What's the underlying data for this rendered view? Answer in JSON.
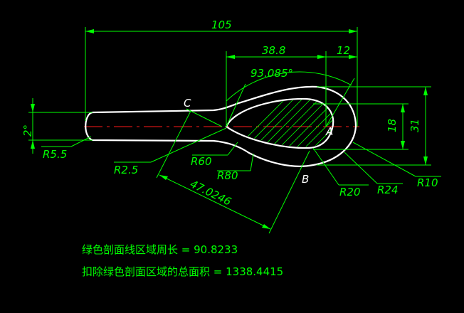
{
  "colors": {
    "background": "#000000",
    "dimension": "#00ff00",
    "outline": "#ffffff",
    "centerline": "#ff1a1a"
  },
  "dimensions": {
    "overall_length": "105",
    "head_offset": "38.8",
    "tip_offset": "12",
    "angle": "93.085°",
    "height_inner": "18",
    "height_outer": "31",
    "taper_angle": "2°",
    "handle_radius": "R5.5",
    "neck_radius": "R2.5",
    "radius_60": "R60",
    "radius_80": "R80",
    "radius_20": "R20",
    "radius_24": "R24",
    "radius_10": "R10",
    "diagonal": "47.0246"
  },
  "points": {
    "a": "A",
    "b": "B",
    "c": "C"
  },
  "notes": {
    "perimeter": "绿色剖面线区域周长 = 90.8233",
    "area": "扣除绿色剖面区域的总面积 = 1338.4415"
  }
}
